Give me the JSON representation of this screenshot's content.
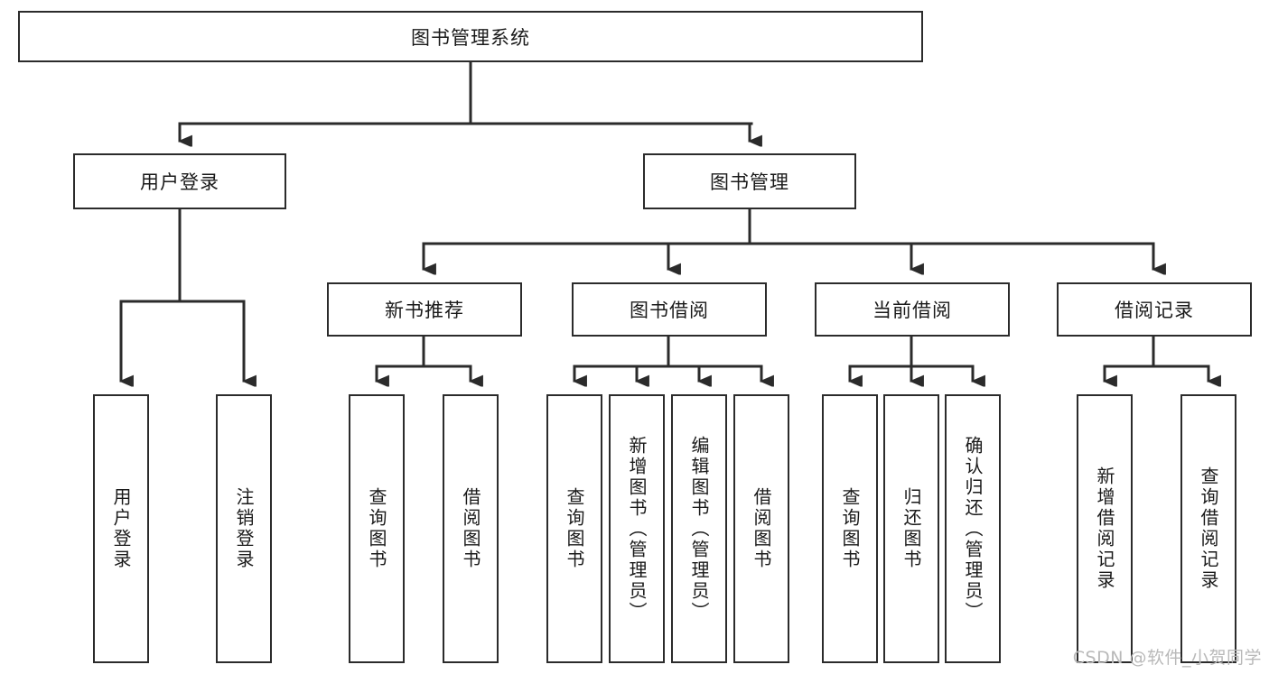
{
  "diagram": {
    "type": "tree",
    "title": "图书管理系统",
    "root": {
      "id": "root",
      "label": "图书管理系统"
    },
    "level2": [
      {
        "id": "user-login",
        "label": "用户登录"
      },
      {
        "id": "book-manage",
        "label": "图书管理"
      }
    ],
    "level3": [
      {
        "id": "new-book-rec",
        "label": "新书推荐",
        "parent": "book-manage"
      },
      {
        "id": "book-borrow",
        "label": "图书借阅",
        "parent": "book-manage"
      },
      {
        "id": "current-borrow",
        "label": "当前借阅",
        "parent": "book-manage"
      },
      {
        "id": "borrow-record",
        "label": "借阅记录",
        "parent": "book-manage"
      }
    ],
    "leaves": {
      "user_login": [
        {
          "id": "leaf-user-login",
          "label": "用户登录"
        },
        {
          "id": "leaf-logout",
          "label": "注销登录"
        }
      ],
      "new_book_rec": [
        {
          "id": "leaf-query-book-1",
          "label": "查询图书"
        },
        {
          "id": "leaf-borrow-book-1",
          "label": "借阅图书"
        }
      ],
      "book_borrow": [
        {
          "id": "leaf-query-book-2",
          "label": "查询图书"
        },
        {
          "id": "leaf-add-book",
          "label": "新增图书（管理员）"
        },
        {
          "id": "leaf-edit-book",
          "label": "编辑图书（管理员）"
        },
        {
          "id": "leaf-borrow-book-2",
          "label": "借阅图书"
        }
      ],
      "current_borrow": [
        {
          "id": "leaf-query-book-3",
          "label": "查询图书"
        },
        {
          "id": "leaf-return-book",
          "label": "归还图书"
        },
        {
          "id": "leaf-confirm-return",
          "label": "确认归还（管理员）"
        }
      ],
      "borrow_record": [
        {
          "id": "leaf-add-record",
          "label": "新增借阅记录"
        },
        {
          "id": "leaf-query-record",
          "label": "查询借阅记录"
        }
      ]
    }
  },
  "watermark": {
    "text": "CSDN @软件_小贺同学"
  },
  "colors": {
    "stroke": "#2b2b2b",
    "background": "#ffffff",
    "text": "#1a1a1a",
    "watermark": "#b9b9b9"
  }
}
